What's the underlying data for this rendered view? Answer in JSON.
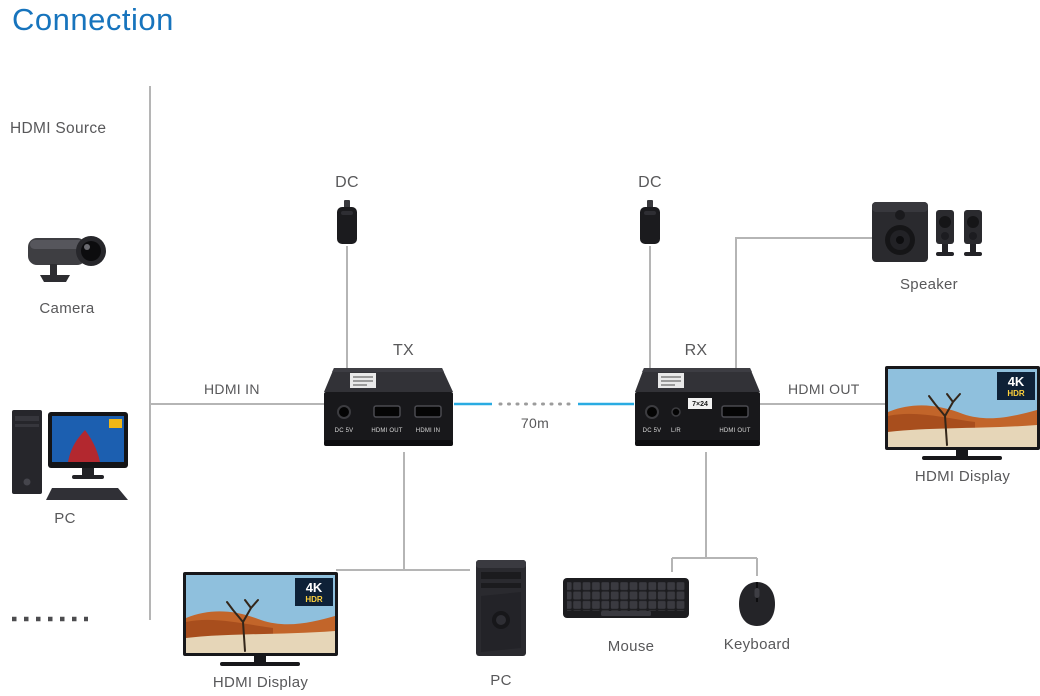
{
  "title": "Connection",
  "labels": {
    "hdmi_source": "HDMI Source",
    "camera": "Camera",
    "pc_source": "PC",
    "hdmi_in": "HDMI IN",
    "tx": "TX",
    "dc_tx": "DC",
    "distance": "70m",
    "rx": "RX",
    "dc_rx": "DC",
    "hdmi_out": "HDMI OUT",
    "speaker": "Speaker",
    "hdmi_display_right": "HDMI Display",
    "hdmi_display_bottom": "HDMI Display",
    "pc_bottom": "PC",
    "mouse": "Mouse",
    "keyboard": "Keyboard"
  },
  "tx_device": {
    "ports": {
      "dc": "DC 5V",
      "hdmi_out": "HDMI OUT",
      "hdmi_in": "HDMI IN"
    }
  },
  "rx_device": {
    "ports": {
      "dc": "DC 5V",
      "lr": "L/R",
      "hdmi_out": "HDMI OUT"
    },
    "sticker": "7×24"
  },
  "display_badge": {
    "line1": "4K",
    "line2": "HDR"
  },
  "colors": {
    "title": "#1774bd",
    "label": "#58585a",
    "line": "#b5b5b5",
    "link": "#29abe2"
  }
}
